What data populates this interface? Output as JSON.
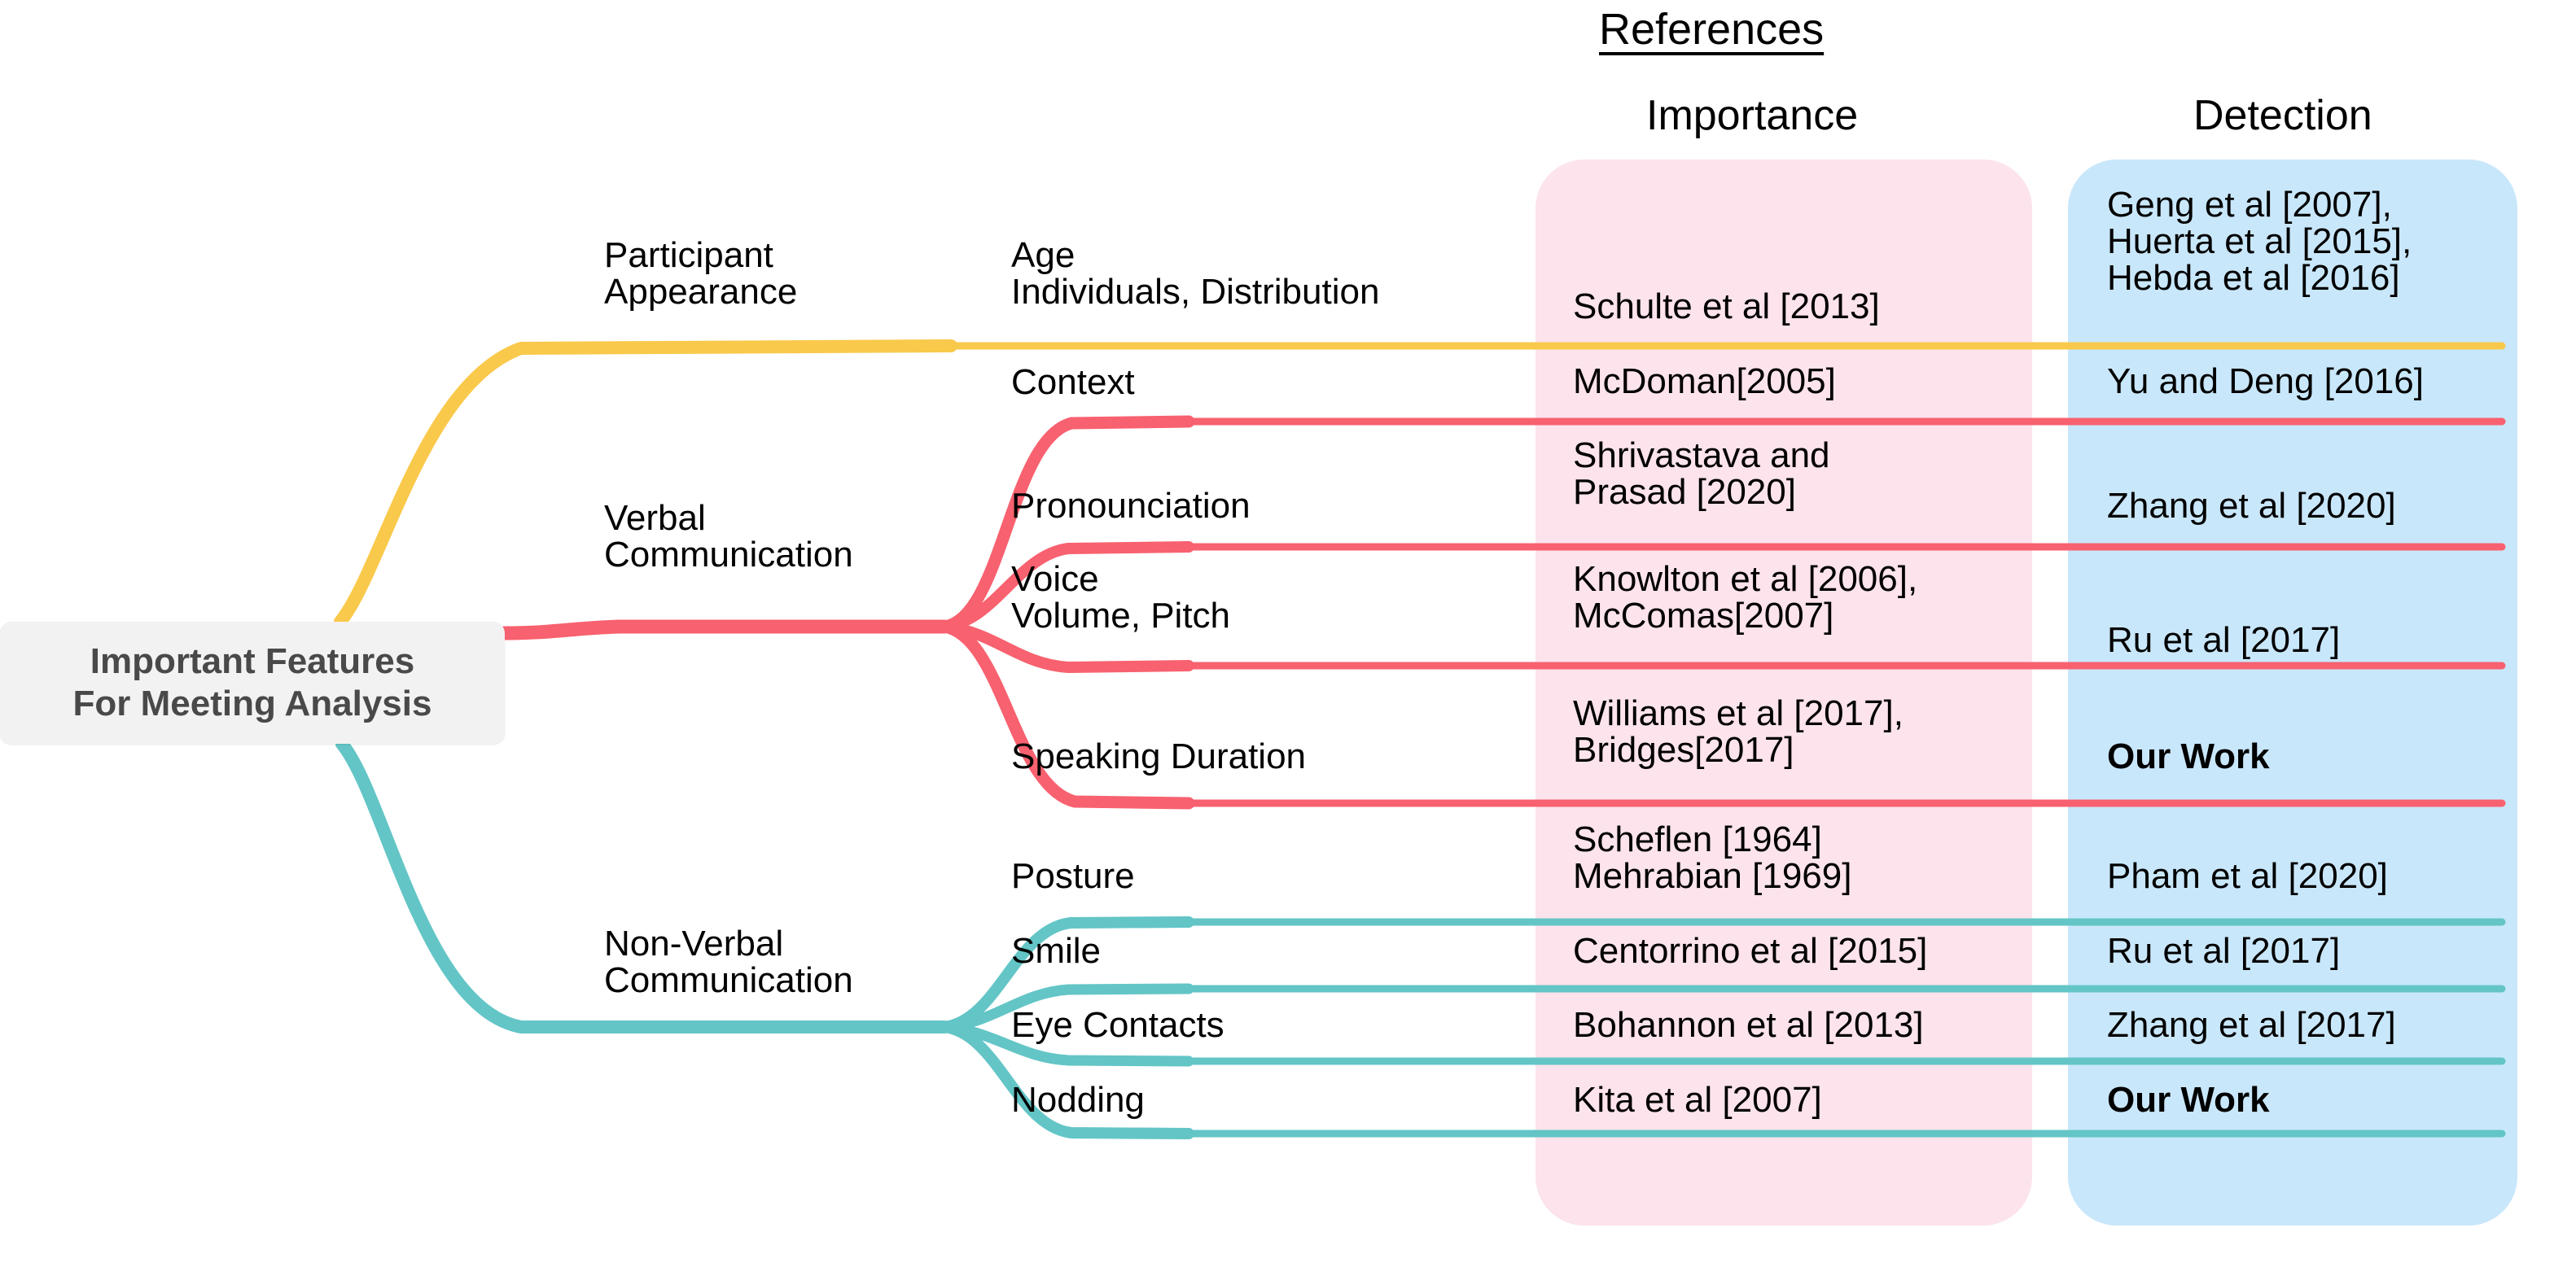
{
  "headers": {
    "references": "References",
    "importance": "Importance",
    "detection": "Detection"
  },
  "root": {
    "line1": "Important Features",
    "line2": "For Meeting Analysis"
  },
  "colors": {
    "appearance_branch": "#F9C94B",
    "verbal_branch": "#F8616F",
    "nonverbal_branch": "#63C5C6",
    "importance_panel": "#FCE3EC",
    "detection_panel": "#C9E7FA",
    "root_box": "#F2F2F2",
    "root_text": "#494949",
    "label_text": "#000000"
  },
  "branches": [
    {
      "name": "participant-appearance",
      "line1": "Participant",
      "line2": "Appearance",
      "color": "#F9C94B"
    },
    {
      "name": "verbal-communication",
      "line1": "Verbal",
      "line2": "Communication",
      "color": "#F8616F"
    },
    {
      "name": "non-verbal-communication",
      "line1": "Non-Verbal",
      "line2": "Communication",
      "color": "#63C5C6"
    }
  ],
  "rows": [
    {
      "branch": "participant-appearance",
      "feature_line1": "Age",
      "feature_line2": "Individuals, Distribution",
      "importance_line1": "Schulte et al [2013]",
      "importance_line2": "",
      "importance_line3": "",
      "detection_line1": "Geng et al [2007],",
      "detection_line2": "Huerta et al [2015],",
      "detection_line3": "Hebda et al [2016]",
      "detection_bold": false
    },
    {
      "branch": "verbal-communication",
      "feature_line1": "Context",
      "feature_line2": "",
      "importance_line1": "McDoman[2005]",
      "importance_line2": "",
      "importance_line3": "",
      "detection_line1": "Yu and Deng [2016]",
      "detection_line2": "",
      "detection_line3": "",
      "detection_bold": false
    },
    {
      "branch": "verbal-communication",
      "feature_line1": "Pronounciation",
      "feature_line2": "",
      "importance_line1": "Shrivastava and",
      "importance_line2": "Prasad [2020]",
      "importance_line3": "",
      "detection_line1": "Zhang et al [2020]",
      "detection_line2": "",
      "detection_line3": "",
      "detection_bold": false
    },
    {
      "branch": "verbal-communication",
      "feature_line1": "Voice",
      "feature_line2": "Volume, Pitch",
      "importance_line1": "Knowlton et al [2006],",
      "importance_line2": "McComas[2007]",
      "importance_line3": "",
      "detection_line1": "Ru et al [2017]",
      "detection_line2": "",
      "detection_line3": "",
      "detection_bold": false
    },
    {
      "branch": "verbal-communication",
      "feature_line1": "Speaking Duration",
      "feature_line2": "",
      "importance_line1": "Williams et al [2017],",
      "importance_line2": "Bridges[2017]",
      "importance_line3": "",
      "detection_line1": "Our Work",
      "detection_line2": "",
      "detection_line3": "",
      "detection_bold": true
    },
    {
      "branch": "non-verbal-communication",
      "feature_line1": "Posture",
      "feature_line2": "",
      "importance_line1": "Scheflen [1964]",
      "importance_line2": "Mehrabian [1969]",
      "importance_line3": "",
      "detection_line1": "Pham et al [2020]",
      "detection_line2": "",
      "detection_line3": "",
      "detection_bold": false
    },
    {
      "branch": "non-verbal-communication",
      "feature_line1": "Smile",
      "feature_line2": "",
      "importance_line1": "Centorrino et al [2015]",
      "importance_line2": "",
      "importance_line3": "",
      "detection_line1": "Ru et al [2017]",
      "detection_line2": "",
      "detection_line3": "",
      "detection_bold": false
    },
    {
      "branch": "non-verbal-communication",
      "feature_line1": "Eye Contacts",
      "feature_line2": "",
      "importance_line1": "Bohannon et al [2013]",
      "importance_line2": "",
      "importance_line3": "",
      "detection_line1": "Zhang et al [2017]",
      "detection_line2": "",
      "detection_line3": "",
      "detection_bold": false
    },
    {
      "branch": "non-verbal-communication",
      "feature_line1": "Nodding",
      "feature_line2": "",
      "importance_line1": "Kita et al [2007]",
      "importance_line2": "",
      "importance_line3": "",
      "detection_line1": "Our Work",
      "detection_line2": "",
      "detection_line3": "",
      "detection_bold": true
    }
  ]
}
